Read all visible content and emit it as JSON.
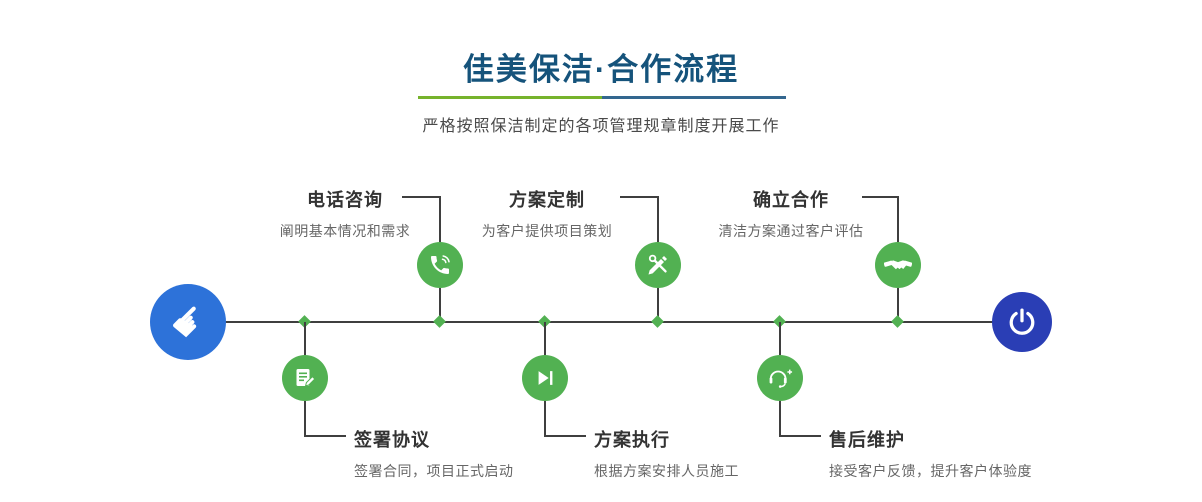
{
  "header": {
    "title": "佳美保洁·合作流程",
    "subtitle": "严格按照保洁制定的各项管理规章制度开展工作"
  },
  "timeline": {
    "start_icon": "pointing-hand-icon",
    "end_icon": "power-icon",
    "steps_top": [
      {
        "title": "电话咨询",
        "desc": "阐明基本情况和需求",
        "icon": "phone-icon"
      },
      {
        "title": "方案定制",
        "desc": "为客户提供项目策划",
        "icon": "design-tools-icon"
      },
      {
        "title": "确立合作",
        "desc": "清洁方案通过客户评估",
        "icon": "handshake-icon"
      }
    ],
    "steps_bottom": [
      {
        "title": "签署协议",
        "desc": "签署合同，项目正式启动",
        "icon": "sign-document-icon"
      },
      {
        "title": "方案执行",
        "desc": "根据方案安排人员施工",
        "icon": "play-execute-icon"
      },
      {
        "title": "售后维护",
        "desc": "接受客户反馈，提升客户体验度",
        "icon": "headset-support-icon"
      }
    ],
    "colors": {
      "step_green": "#52b152",
      "start_blue": "#2d72d9",
      "end_blue": "#2a3eb5",
      "line": "#3f3f3f",
      "title_blue": "#15537b",
      "divider_green": "#76b32c",
      "divider_blue": "#33678f"
    }
  }
}
